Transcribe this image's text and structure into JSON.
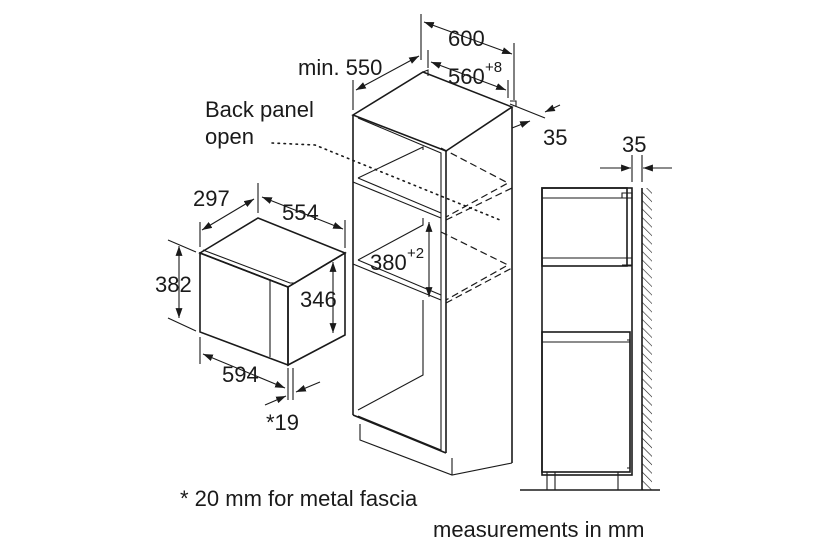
{
  "labels": {
    "width_600": "600",
    "depth_min_prefix": "min. 550",
    "niche_width": "560",
    "niche_width_tol": "+8",
    "back_gap_35": "35",
    "back_panel_line1": "Back panel",
    "back_panel_line2": "open",
    "appliance_depth": "297",
    "appliance_body_width": "554",
    "appliance_height": "382",
    "appliance_body_height": "346",
    "appliance_width": "594",
    "fascia_depth": "*19",
    "niche_height": "380",
    "niche_height_tol": "+2",
    "side_gap_35": "35",
    "footnote": "* 20 mm for metal fascia",
    "units_note": "measurements in mm"
  }
}
